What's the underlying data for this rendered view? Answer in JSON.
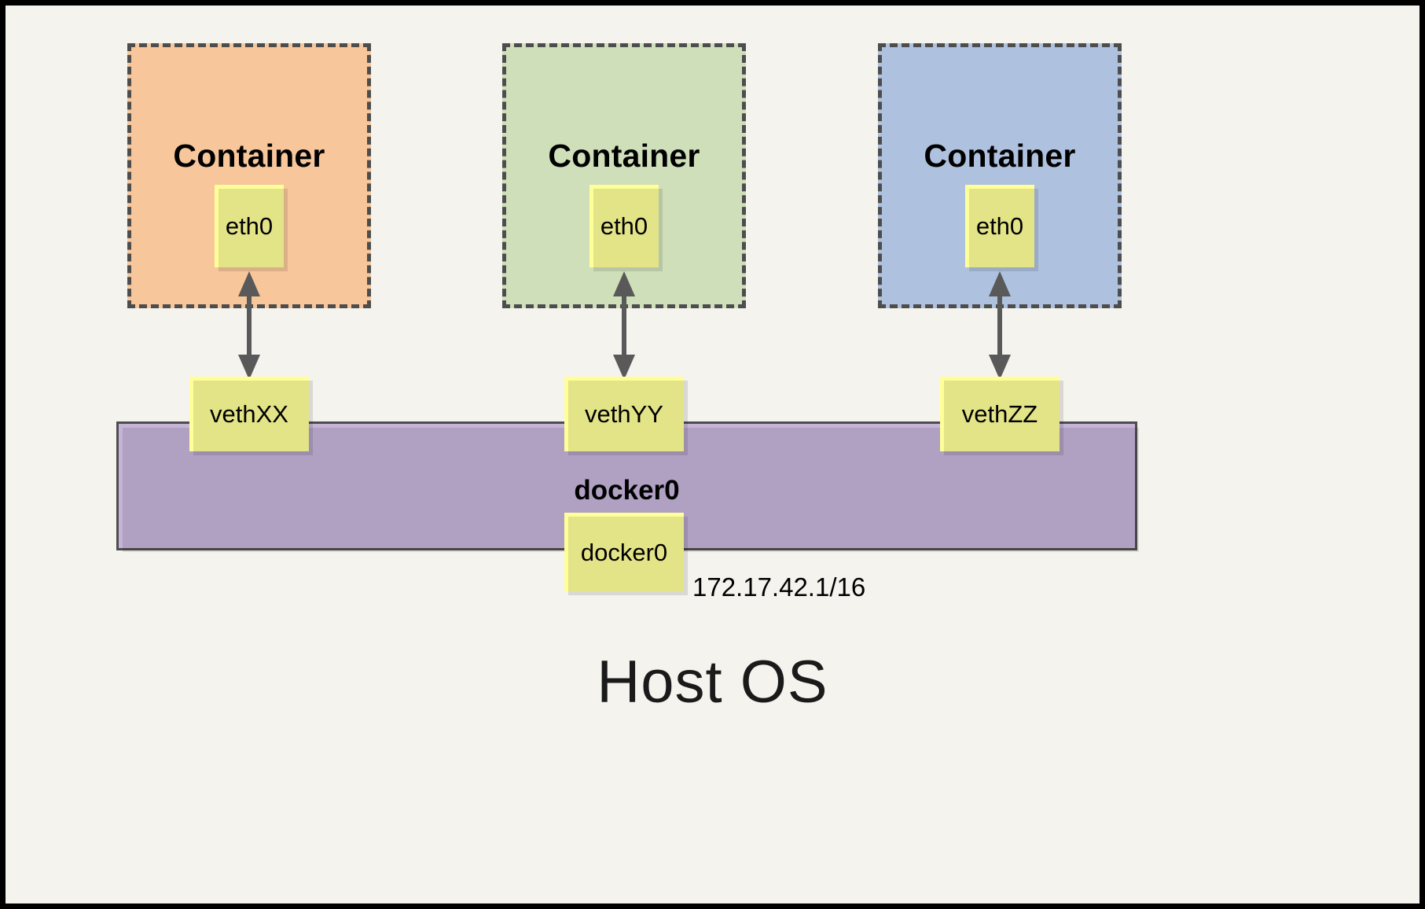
{
  "diagram": {
    "title_text": "Host OS",
    "background_color": "#f4f3ee",
    "border_color": "#000000"
  },
  "containers": [
    {
      "label": "Container",
      "interface_label": "eth0",
      "fill_color": "#f7c69a",
      "border_style": "dashed"
    },
    {
      "label": "Container",
      "interface_label": "eth0",
      "fill_color": "#cfdfba",
      "border_style": "dashed"
    },
    {
      "label": "Container",
      "interface_label": "eth0",
      "fill_color": "#aec1de",
      "border_style": "dashed"
    }
  ],
  "veth_pairs": [
    {
      "label": "vethXX"
    },
    {
      "label": "vethYY"
    },
    {
      "label": "vethZZ"
    }
  ],
  "bridge": {
    "label": "docker0",
    "interface_label": "docker0",
    "ip_address": "172.17.42.1/16",
    "fill_color": "#c5b3d8",
    "border_color": "#4d4d4d"
  },
  "arrows": {
    "style": "double-headed",
    "color": "#595959",
    "count": 3
  },
  "note_box_color": "#ffff99"
}
